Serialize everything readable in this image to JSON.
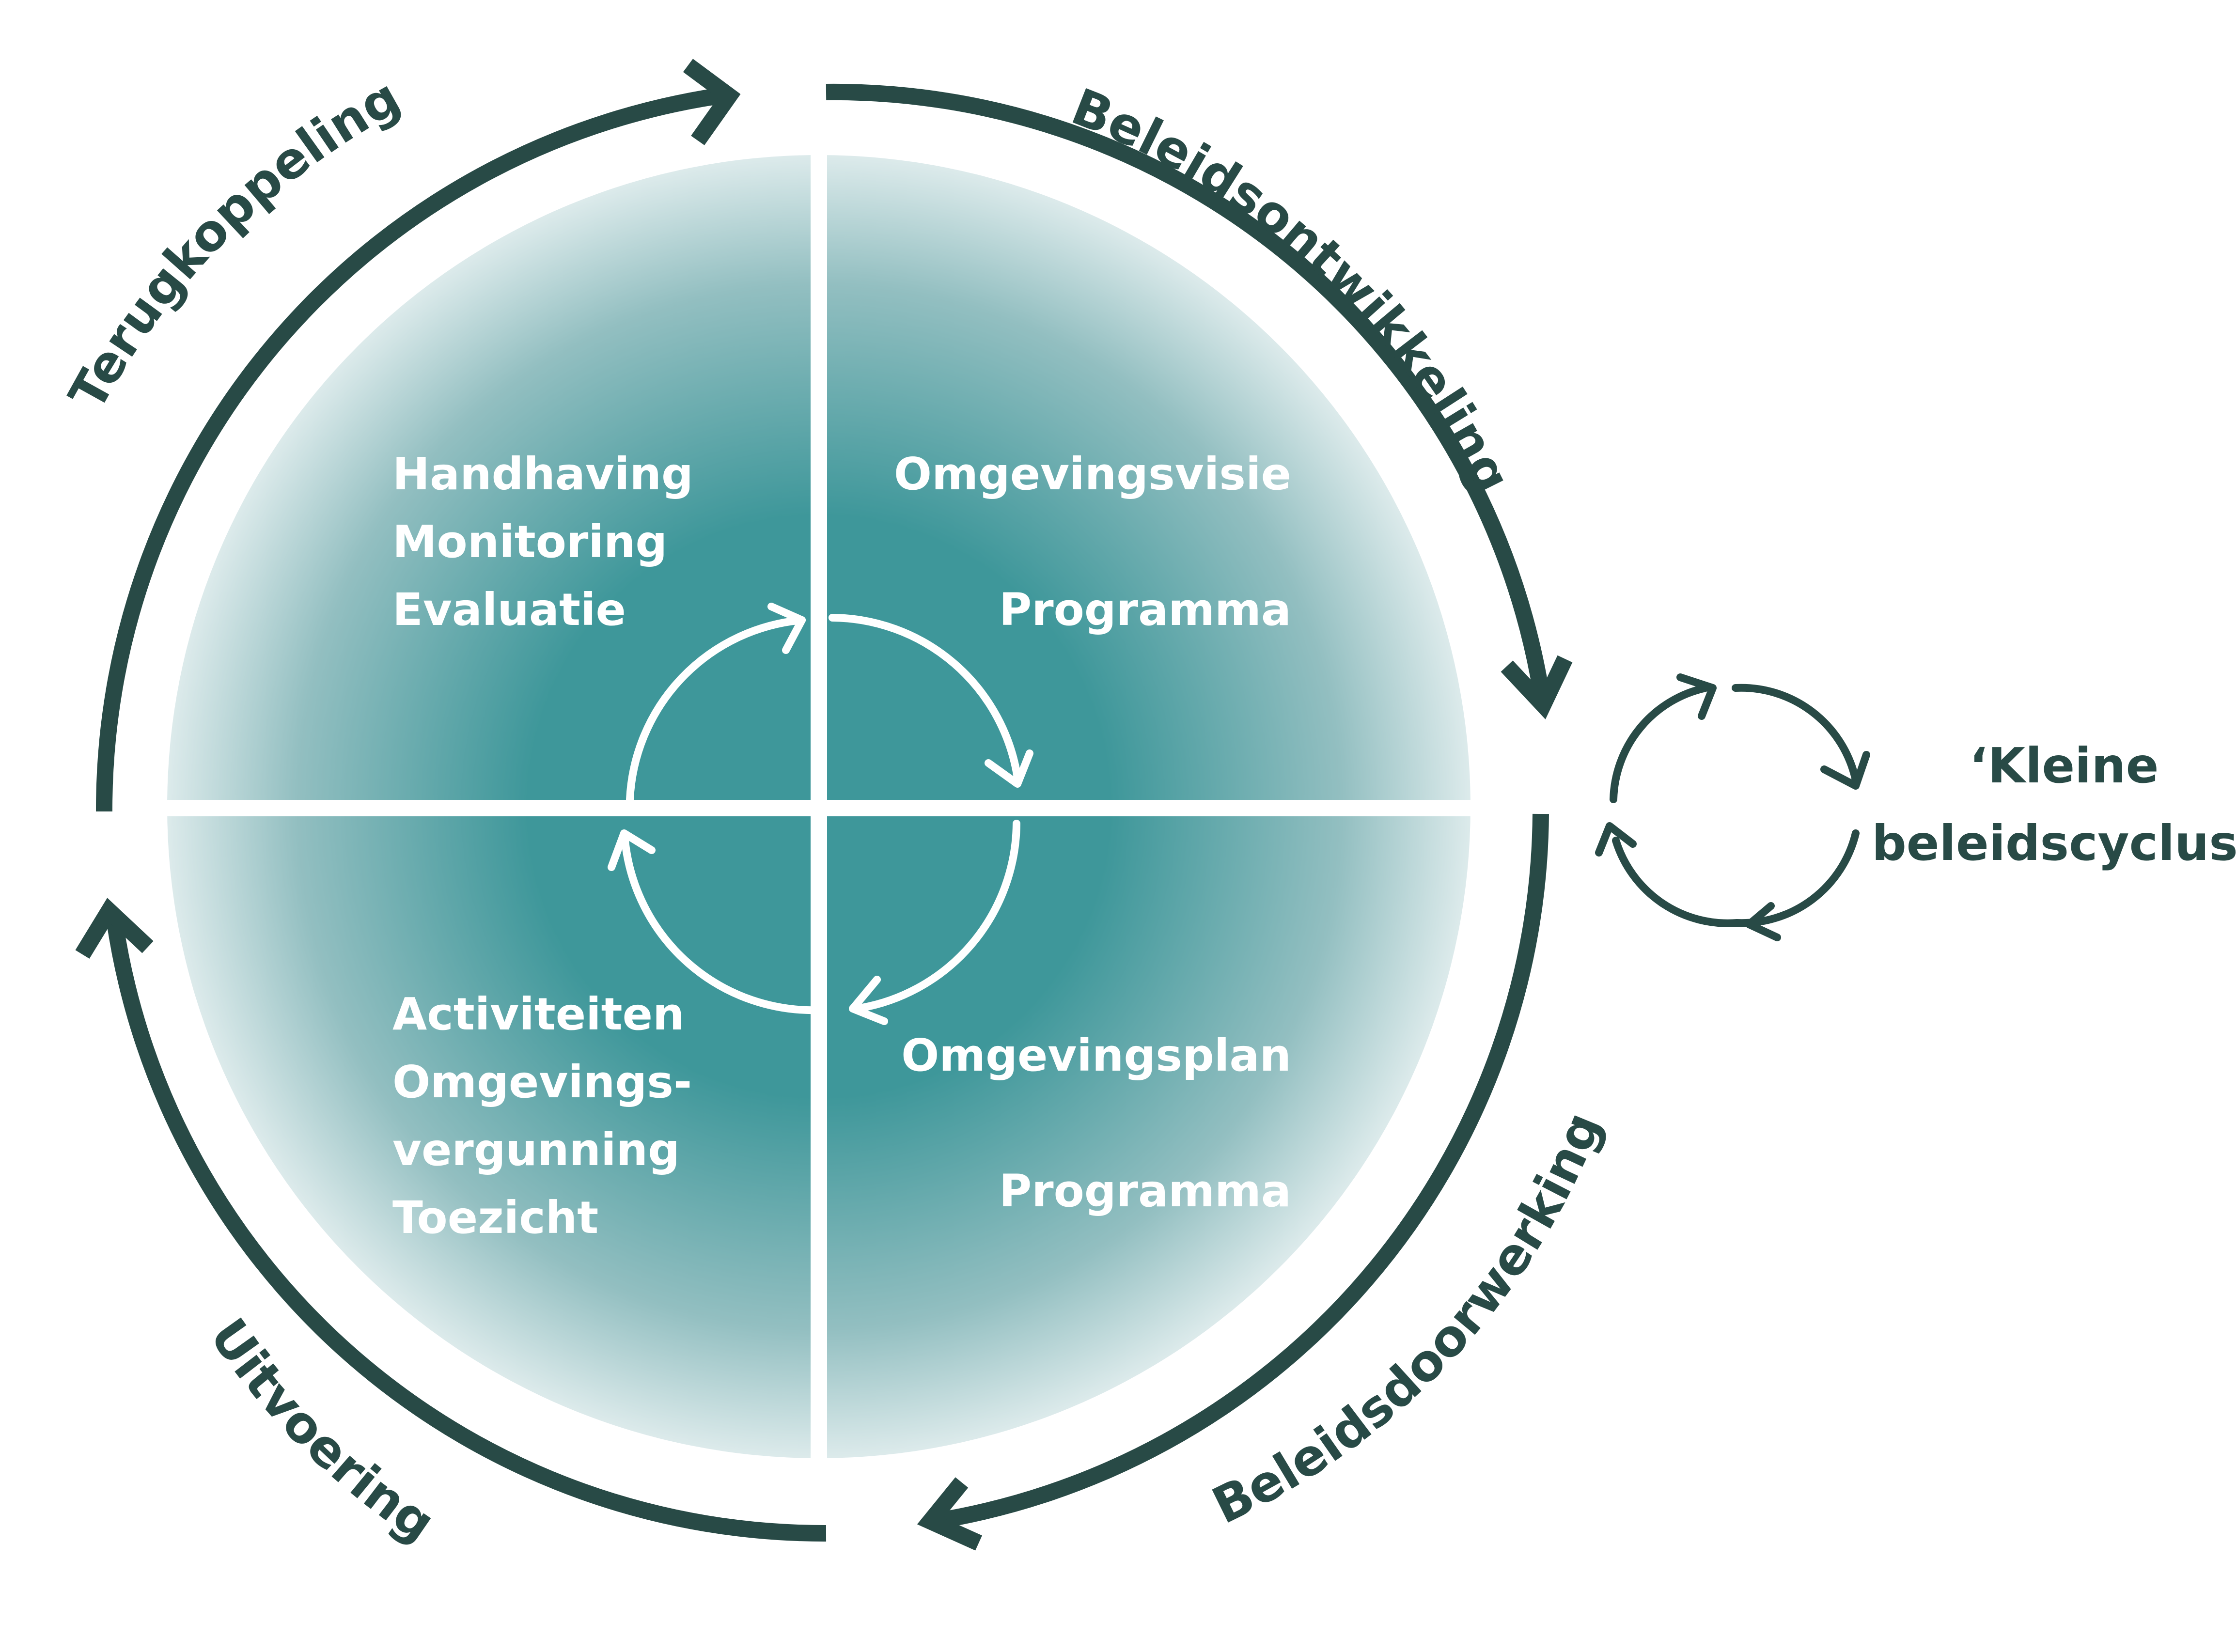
{
  "colors": {
    "dark": "#284a46",
    "teal": "#3e979a",
    "white": "#ffffff"
  },
  "phases": {
    "top_right": "Beleidsontwikkeling",
    "bottom_right": "Beleidsdoorwerking",
    "bottom_left": "Uitvoering",
    "top_left": "Terugkoppeling"
  },
  "quadrants": {
    "top_left": [
      "Handhaving",
      "Monitoring",
      "Evaluatie"
    ],
    "top_right": [
      "Omgevingsvisie",
      "Programma"
    ],
    "bottom_right": [
      "Omgevingsplan",
      "Programma"
    ],
    "bottom_left": [
      "Activiteiten",
      "Omgevings-",
      "vergunning",
      "Toezicht"
    ]
  },
  "small_cycle": {
    "label_line1": "‘Kleine",
    "label_line2": "beleidscyclus’"
  }
}
